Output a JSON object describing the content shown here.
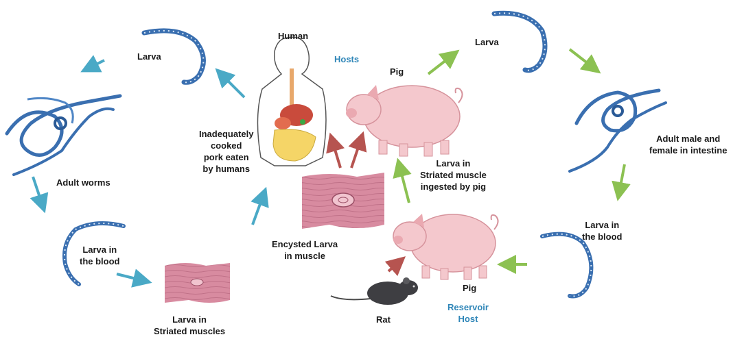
{
  "labels": {
    "larva_top_left": "Larva",
    "human": "Human",
    "hosts": "Hosts",
    "pig_top": "Pig",
    "larva_top_right": "Larva",
    "adult_worms": "Adult worms",
    "adult_male_female": [
      "Adult male and",
      "female in intestine"
    ],
    "inadequately_cooked": [
      "Inadequately",
      "cooked",
      "pork eaten",
      "by humans"
    ],
    "larva_striated_pig": [
      "Larva in",
      "Striated muscle",
      "ingested by pig"
    ],
    "larva_blood_left": [
      "Larva in",
      "the blood"
    ],
    "larva_blood_right": [
      "Larva in",
      "the blood"
    ],
    "encysted_larva": [
      "Encysted Larva",
      "in muscle"
    ],
    "pig_bottom": "Pig",
    "reservoir_host": [
      "Reservoir",
      "Host"
    ],
    "rat": "Rat",
    "larva_striated_muscles": [
      "Larva in",
      "Striated muscles"
    ]
  },
  "colors": {
    "arrow_blue": "#4aa9c6",
    "arrow_green": "#8cc152",
    "arrow_red": "#b65450",
    "worm_blue": "#3a6fb0",
    "pig_pink": "#f4c8cd",
    "muscle": "#c97d92",
    "label_blue": "#2f86b8"
  }
}
